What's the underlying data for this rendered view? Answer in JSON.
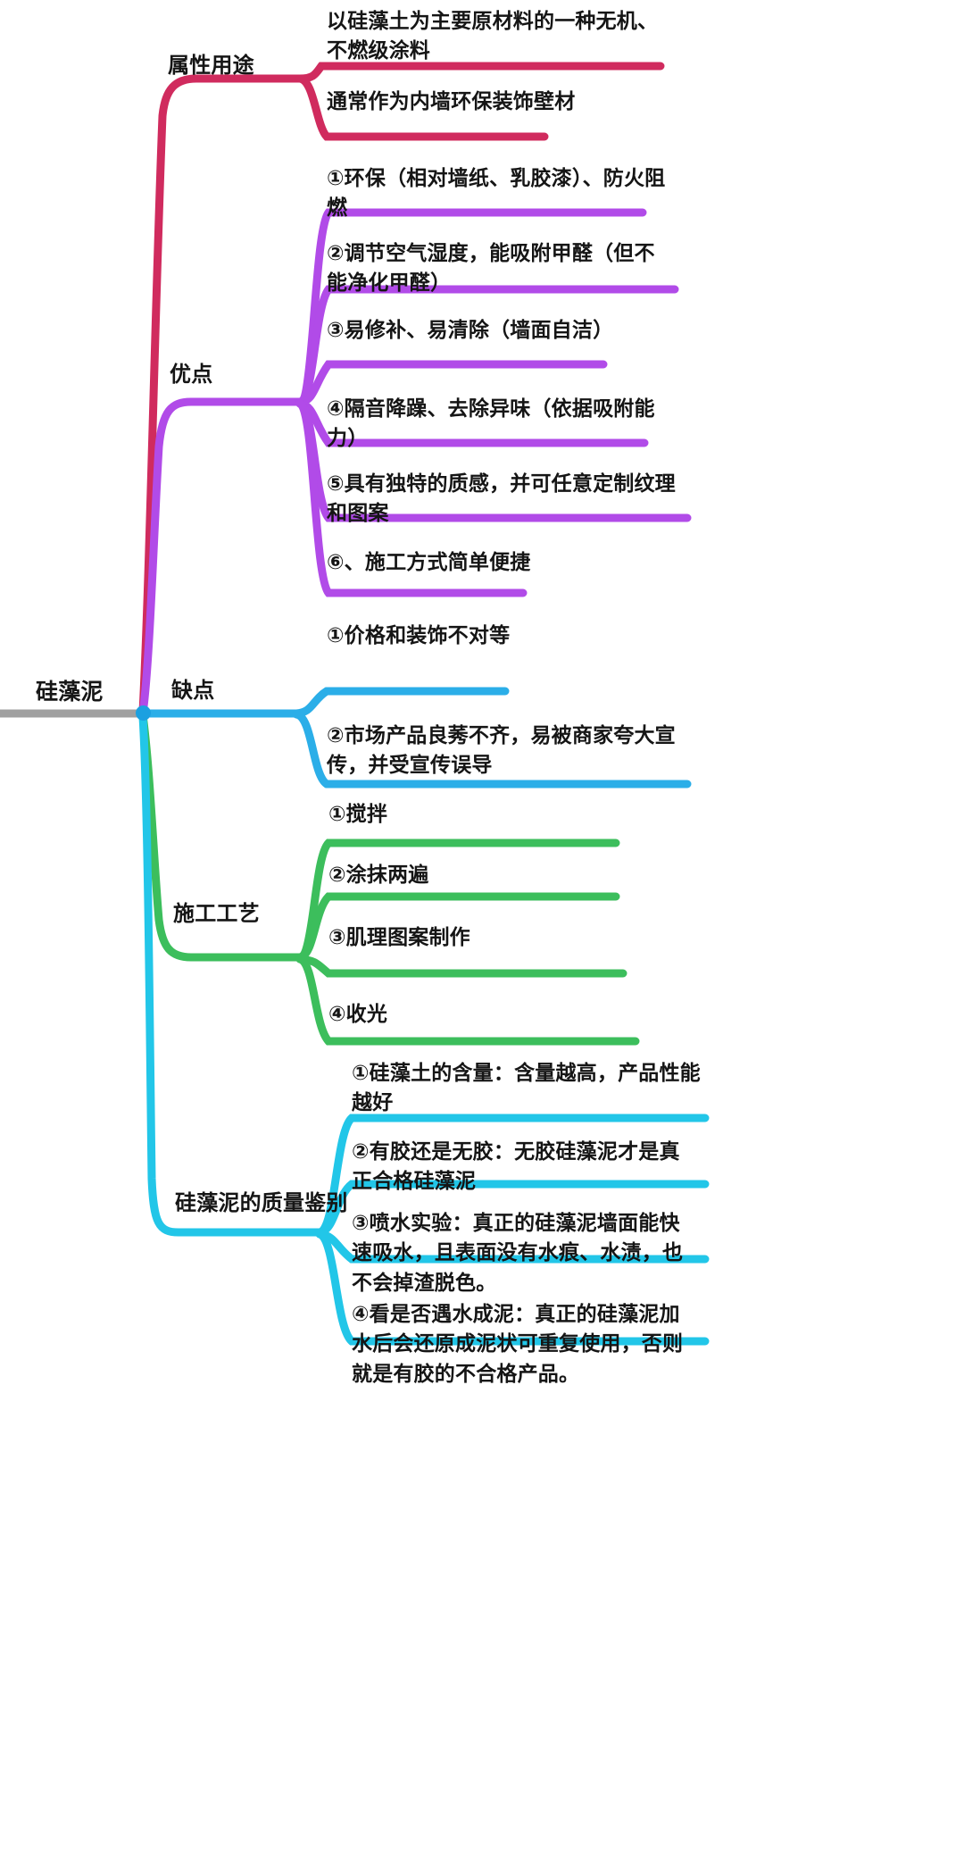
{
  "diagram": {
    "type": "mindmap",
    "title": "硅藻泥",
    "root": {
      "label": "硅藻泥",
      "color": "#9A9A9A"
    },
    "branches": [
      {
        "id": "attributes",
        "label": "属性用途",
        "color": "#D02B5E",
        "children": [
          {
            "label": "以硅藻土为主要原材料的一种无机、不燃级涂料"
          },
          {
            "label": "通常作为内墙环保装饰壁材"
          }
        ]
      },
      {
        "id": "advantages",
        "label": "优点",
        "color": "#B14BE8",
        "children": [
          {
            "label": "①环保（相对墙纸、乳胶漆）、防火阻燃"
          },
          {
            "label": "②调节空气湿度，能吸附甲醛（但不能净化甲醛）"
          },
          {
            "label": "③易修补、易清除（墙面自洁）"
          },
          {
            "label": "④隔音降躁、去除异味（依据吸附能力）"
          },
          {
            "label": "⑤具有独特的质感，并可任意定制纹理和图案"
          },
          {
            "label": "⑥、施工方式简单便捷"
          }
        ]
      },
      {
        "id": "disadvantages",
        "label": "缺点",
        "color": "#2BAEE8",
        "children": [
          {
            "label": "①价格和装饰不对等"
          },
          {
            "label": "②市场产品良莠不齐，易被商家夸大宣传，并受宣传误导"
          }
        ]
      },
      {
        "id": "process",
        "label": "施工工艺",
        "color": "#3CBE5C",
        "children": [
          {
            "label": "①搅拌"
          },
          {
            "label": "②涂抹两遍"
          },
          {
            "label": "③肌理图案制作"
          },
          {
            "label": "④收光"
          }
        ]
      },
      {
        "id": "quality",
        "label": "硅藻泥的质量鉴别",
        "color": "#22C6E8",
        "children": [
          {
            "label": "①硅藻土的含量：含量越高，产品性能越好"
          },
          {
            "label": "②有胶还是无胶：无胶硅藻泥才是真正合格硅藻泥"
          },
          {
            "label": "③喷水实验：真正的硅藻泥墙面能快速吸水，且表面没有水痕、水渍，也不会掉渣脱色。"
          },
          {
            "label": "④看是否遇水成泥：真正的硅藻泥加水后会还原成泥状可重复使用，否则就是有胶的不合格产品。"
          }
        ]
      }
    ]
  }
}
